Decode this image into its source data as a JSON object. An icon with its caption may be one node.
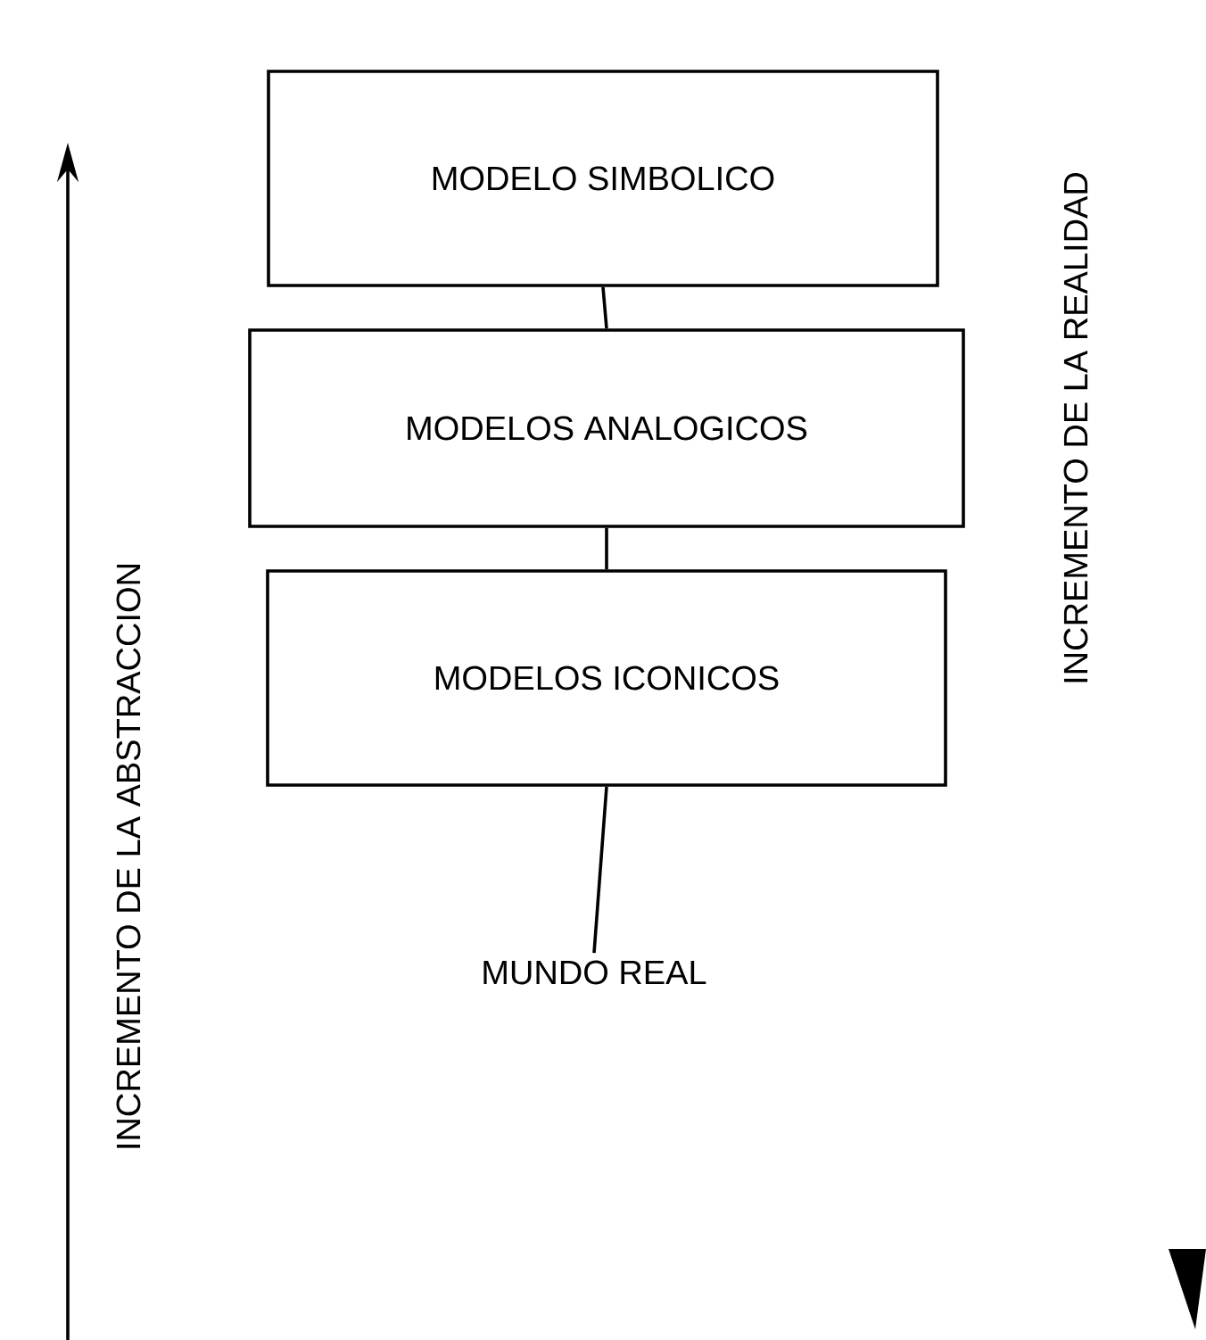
{
  "diagram": {
    "nodes": [
      {
        "text": [
          "MODELO SIMBOLICO"
        ]
      },
      {
        "text": [
          "MODELOS ANALOGICOS"
        ]
      },
      {
        "text": [
          "MODELOS ICONICOS"
        ]
      },
      {
        "text": [
          "MUNDO REAL"
        ]
      }
    ],
    "edges": [
      {
        "from": 0,
        "to": 1,
        "arrow": "none"
      },
      {
        "from": 1,
        "to": 2,
        "arrow": "none"
      },
      {
        "from": 2,
        "to": 3,
        "arrow": "none"
      }
    ],
    "labels": [
      "INCREMENTO DE LA ABSTRACCION",
      "INCREMENTO DE LA REALIDAD"
    ]
  }
}
